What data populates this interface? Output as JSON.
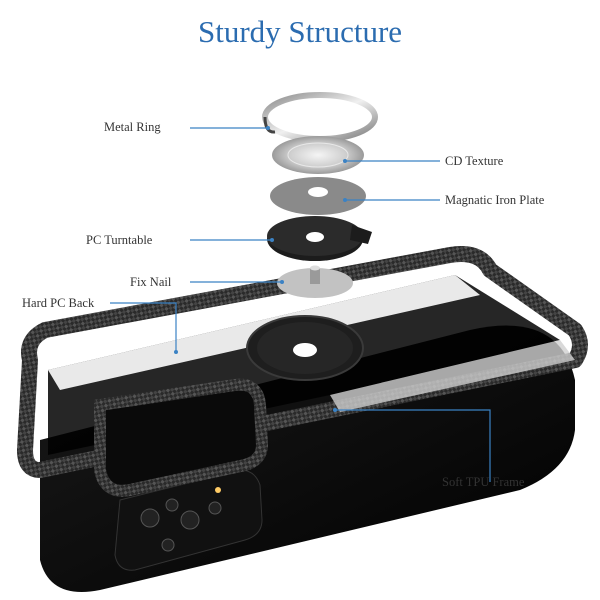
{
  "title": "Sturdy Structure",
  "labels": {
    "metal_ring": "Metal Ring",
    "cd_texture": "CD Texture",
    "iron_plate": "Magnatic Iron Plate",
    "pc_turntable": "PC Turntable",
    "fix_nail": "Fix Nail",
    "hard_pc_back": "Hard PC Back",
    "soft_tpu_frame": "Soft TPU Frame"
  },
  "colors": {
    "title": "#2b6cb0",
    "leader_line": "#3b82c4"
  }
}
